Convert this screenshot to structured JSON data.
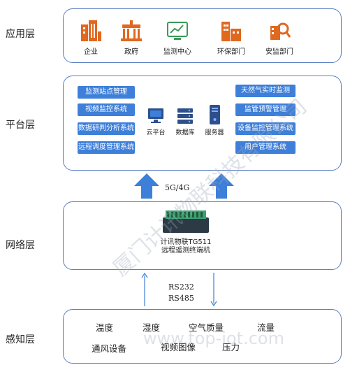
{
  "layers": {
    "application": "应用层",
    "platform": "平台层",
    "network": "网络层",
    "perception": "感知层"
  },
  "application_items": [
    "企业",
    "政府",
    "监测中心",
    "环保部门",
    "安监部门"
  ],
  "platform": {
    "left_buttons": [
      "监测站点管理",
      "视频监控系统",
      "数据研判分析系统",
      "远程调度管理系统"
    ],
    "right_buttons": [
      "天然气实时监测",
      "监管预警管理",
      "设备监控管理系统",
      "用户管理系统"
    ],
    "center": [
      "云平台",
      "数据库",
      "服务器"
    ]
  },
  "uplink_label": "5G/4G",
  "device": {
    "line1": "计讯物联TG511",
    "line2": "远程遥测终端机"
  },
  "protocols": [
    "RS232",
    "RS485"
  ],
  "perception_items": {
    "row1": [
      "温度",
      "湿度",
      "空气质量",
      "流量"
    ],
    "row2": [
      "通风设备",
      "视频图像",
      "压力"
    ]
  },
  "watermark": "厦门计讯物联科技有限公司",
  "watermark_url": "www.top-iot.com",
  "colors": {
    "accent": "#3d7fd9",
    "border": "#5b7fc4",
    "icon_orange": "#e0681f"
  }
}
